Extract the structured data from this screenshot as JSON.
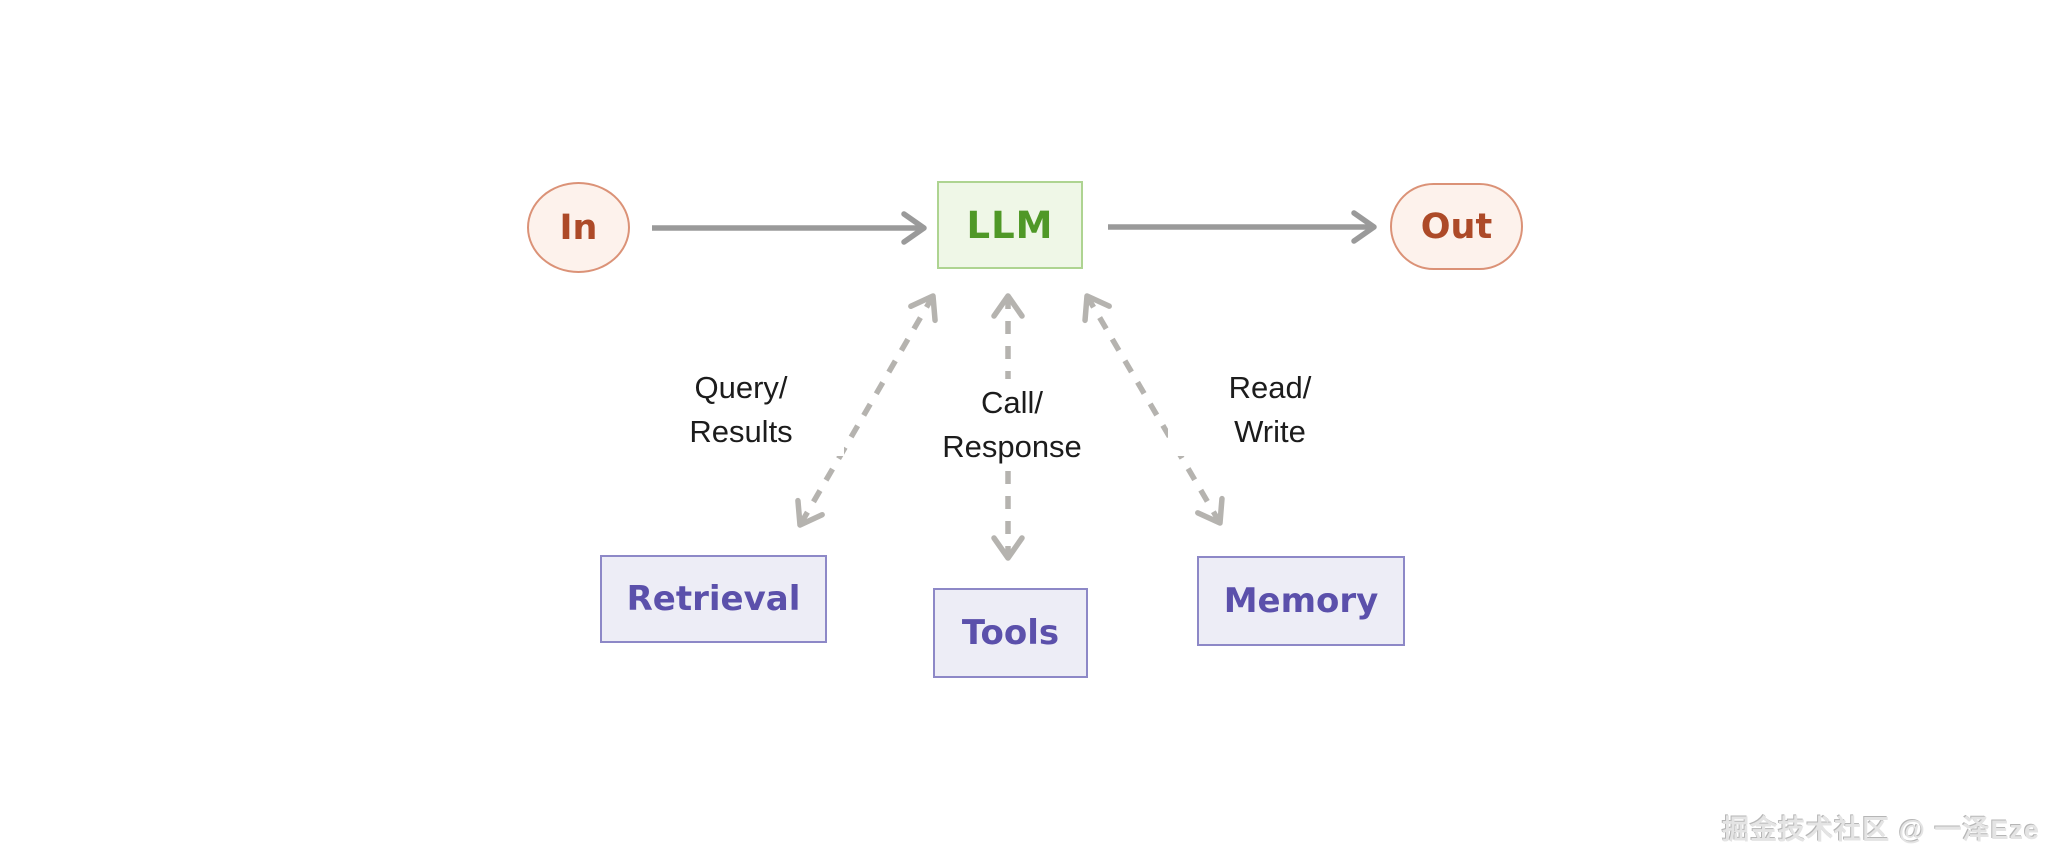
{
  "diagram": {
    "nodes": {
      "in": {
        "label": "In"
      },
      "llm": {
        "label": "LLM"
      },
      "out": {
        "label": "Out"
      },
      "retrieval": {
        "label": "Retrieval"
      },
      "tools": {
        "label": "Tools"
      },
      "memory": {
        "label": "Memory"
      }
    },
    "edges": [
      {
        "from": "In",
        "to": "LLM",
        "style": "solid",
        "direction": "one-way"
      },
      {
        "from": "LLM",
        "to": "Out",
        "style": "solid",
        "direction": "one-way"
      },
      {
        "from": "LLM",
        "to": "Retrieval",
        "style": "dashed",
        "direction": "two-way",
        "label": "Query/Results"
      },
      {
        "from": "LLM",
        "to": "Tools",
        "style": "dashed",
        "direction": "two-way",
        "label": "Call/Response"
      },
      {
        "from": "LLM",
        "to": "Memory",
        "style": "dashed",
        "direction": "two-way",
        "label": "Read/Write"
      }
    ],
    "edge_labels": {
      "retrieval": {
        "line1": "Query/",
        "line2": "Results"
      },
      "tools": {
        "line1": "Call/",
        "line2": "Response"
      },
      "memory": {
        "line1": "Read/",
        "line2": "Write"
      }
    },
    "colors": {
      "io_fill": "#fdf2ec",
      "io_border": "#db9277",
      "io_text": "#ad4a28",
      "llm_fill": "#eff7e7",
      "llm_border": "#aed491",
      "llm_text": "#4f9827",
      "module_fill": "#ededf6",
      "module_border": "#8d88c7",
      "module_text": "#5b50ab",
      "solid_arrow": "#9a9a9a",
      "dashed_arrow": "#b5b3af",
      "label_text": "#1c1c1c"
    }
  },
  "watermark": {
    "text": "掘金技术社区 @ 一泽Eze"
  }
}
